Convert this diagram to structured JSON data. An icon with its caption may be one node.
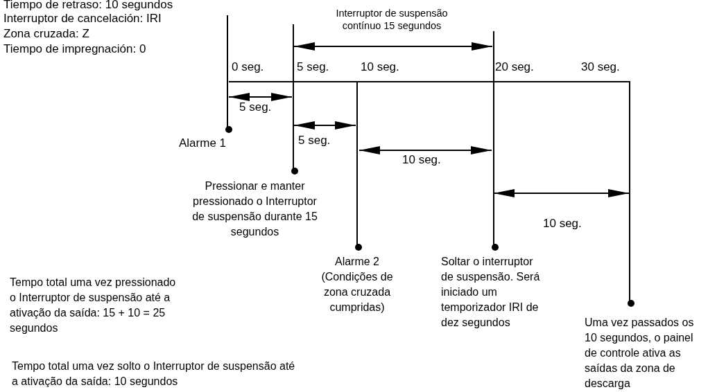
{
  "diagram": {
    "labels": [
      "Tiempo de retraso: 10 segundos",
      "Interruptor de cancelación: IRI",
      "Zona cruzada: Z",
      "Tiempo de impregnación: 0",
      "Interruptor de suspensão contínuo 15 segundos",
      "0 seg.",
      "5 seg.",
      "10 seg.",
      "20 seg.",
      "30 seg.",
      "5 seg.",
      "Alarme 1",
      "5 seg.",
      "10 seg.",
      "Pressionar e manter pressionado o Interruptor de suspensão durante 15 segundos",
      "10 seg.",
      "Tempo total uma vez pressionado o Interruptor de suspensão até a ativação da saída: 15 + 10 = 25 segundos",
      "Alarme 2 (Condições de zona cruzada cumpridas)",
      "Soltar o interruptor de suspensão. Será iniciado um temporizador IRI de dez segundos",
      "Uma vez passados os 10 segundos, o painel de controle ativa as saídas da zona de descarga",
      "Tempo total uma vez solto o Interruptor de suspensão até a  ativação da saída: 10 segundos"
    ]
  }
}
